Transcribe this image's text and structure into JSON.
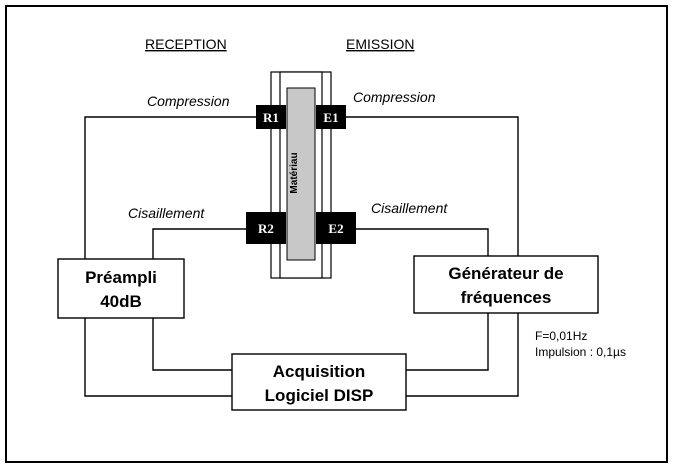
{
  "headings": {
    "reception": "RECEPTION",
    "emission": "EMISSION"
  },
  "labels": {
    "compression_left": "Compression",
    "compression_right": "Compression",
    "cisaillement_left": "Cisaillement",
    "cisaillement_right": "Cisaillement"
  },
  "sensors": {
    "r1": "R1",
    "e1": "E1",
    "r2": "R2",
    "e2": "E2"
  },
  "material": "Matériau",
  "boxes": {
    "preampli_line1": "Préampli",
    "preampli_line2": "40dB",
    "generateur_line1": "Générateur de",
    "generateur_line2": "fréquences",
    "acquisition_line1": "Acquisition",
    "acquisition_line2": "Logiciel DISP"
  },
  "specs": {
    "frequency": "F=0,01Hz",
    "impulse": "Impulsion : 0,1µs"
  },
  "colors": {
    "sensor_fill": "#000000",
    "material_fill": "#c8c8c8",
    "line": "#000000"
  }
}
